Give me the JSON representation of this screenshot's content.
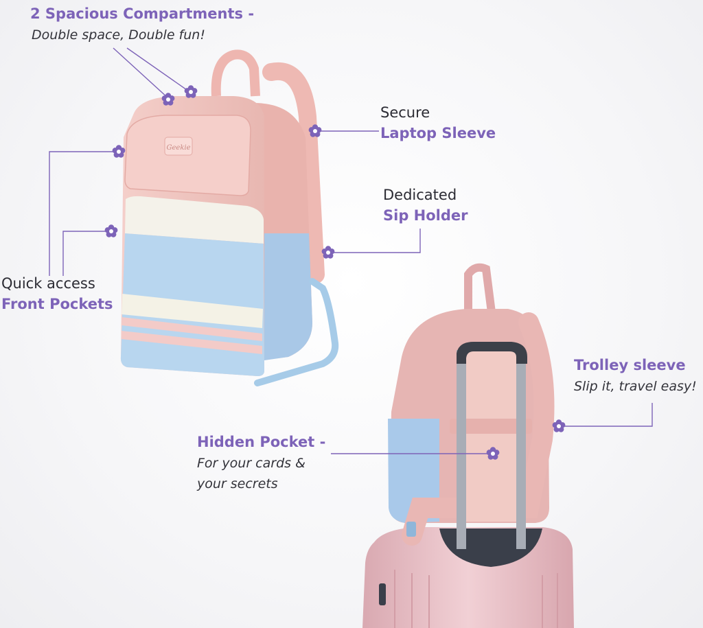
{
  "callouts": {
    "compartments": {
      "title": "2 Spacious Compartments -",
      "subtitle": "Double space, Double fun!"
    },
    "laptop": {
      "line1": "Secure",
      "line2": "Laptop Sleeve"
    },
    "sip": {
      "line1": "Dedicated",
      "line2": "Sip Holder"
    },
    "front": {
      "line1": "Quick access",
      "line2": "Front Pockets"
    },
    "trolley": {
      "title": "Trolley sleeve",
      "subtitle": "Slip it, travel easy!"
    },
    "hidden": {
      "title": "Hidden Pocket -",
      "line2": "For your cards &",
      "line3": "your secrets"
    }
  },
  "brand": {
    "logo_text": "Geekie"
  },
  "colors": {
    "accent": "#7d63b8",
    "backpack_pink": "#f2c9c4",
    "backpack_blue": "#b7d4ef",
    "backpack_cream": "#f3f1e8",
    "suitcase_pink": "#e9c1c7"
  },
  "icons": [
    "flower-icon"
  ]
}
